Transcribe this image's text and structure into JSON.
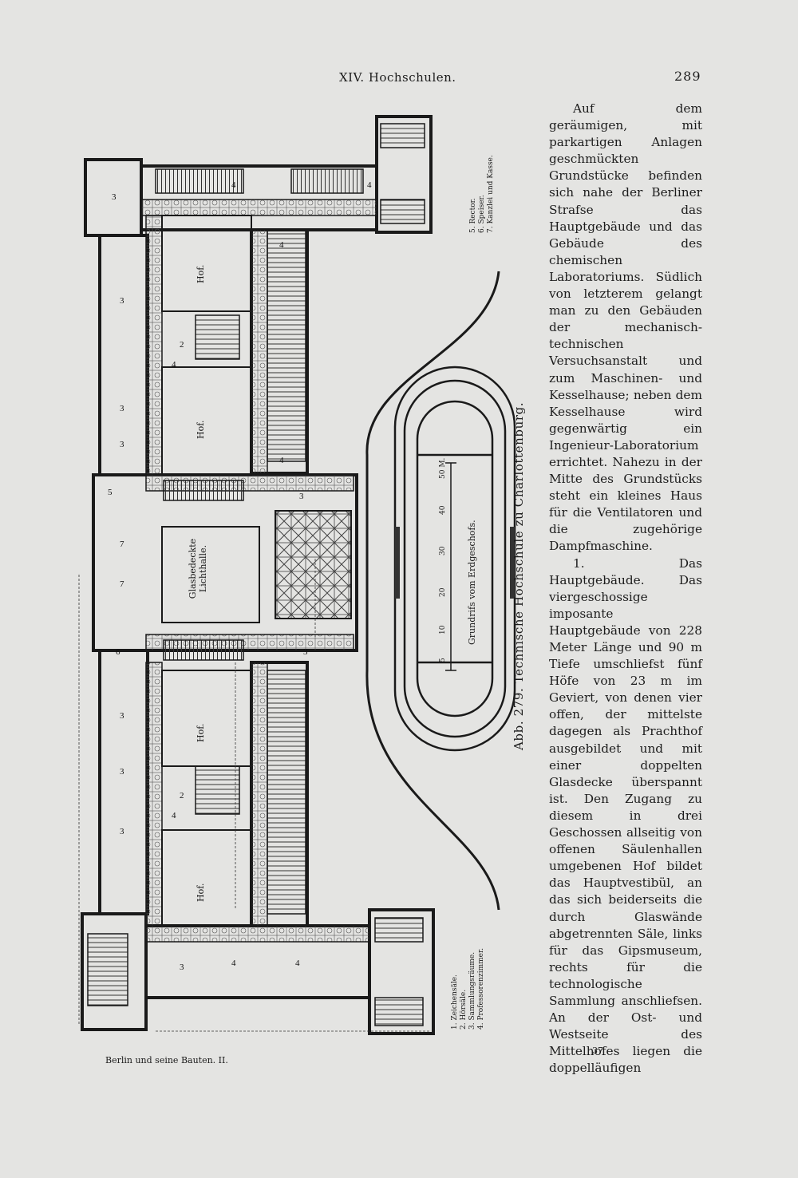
{
  "header": {
    "running_head": "XIV. Hochschulen.",
    "page_number": "289"
  },
  "figure": {
    "caption": "Abb. 279. Technische Hochschule zu Charlottenburg.",
    "plan_title": "Grundrifs vom Erdgeschofs.",
    "scale_labels": [
      "5",
      "10",
      "20",
      "30",
      "40",
      "50 M."
    ],
    "legend_top": [
      "5. Rector.",
      "6. Speiser.",
      "7. Kanzlei und Kasse."
    ],
    "legend_bottom": [
      "1. Zeichensäle.",
      "2. Hörsäle.",
      "3. Sammlungsräume.",
      "4. Professorenzimmer."
    ],
    "courtyard_labels": [
      "Hof.",
      "Hof.",
      "Glasbedeckte Lichthalle.",
      "Hof.",
      "Hof."
    ]
  },
  "body_text": {
    "paragraph_1": "Auf dem geräumigen, mit parkartigen Anlagen geschmückten Grundstücke befinden sich nahe der Berliner Strafse das Hauptgebäude und das Gebäude des chemischen Laboratoriums. Südlich von letzterem gelangt man zu den Gebäuden der mechanisch-technischen Versuchsanstalt und zum Maschinen- und Kesselhause; neben dem Kesselhause wird gegenwärtig ein Ingenieur-Laboratorium errichtet. Nahezu in der Mitte des Grundstücks steht ein kleines Haus für die Ventilatoren und die zugehörige Dampfmaschine.",
    "paragraph_2": "1. Das Hauptgebäude. Das viergeschossige imposante Hauptgebäude von 228 Meter Länge und 90 m Tiefe umschliefst fünf Höfe von 23 m im Geviert, von denen vier offen, der mittelste dagegen als Prachthof ausgebildet und mit einer doppelten Glasdecke überspannt ist. Den Zugang zu diesem in drei Geschossen allseitig von offenen Säulenhallen umgebenen Hof bildet das Hauptvestibül, an das sich beiderseits die durch Glaswände abgetrennten Säle, links für das Gipsmuseum, rechts für die technologische Sammlung anschliefsen. An der Ost- und Westseite des Mittelhofes liegen die doppelläufigen"
  },
  "footer": {
    "source": "Berlin und seine Bauten. II.",
    "signature": "37"
  }
}
